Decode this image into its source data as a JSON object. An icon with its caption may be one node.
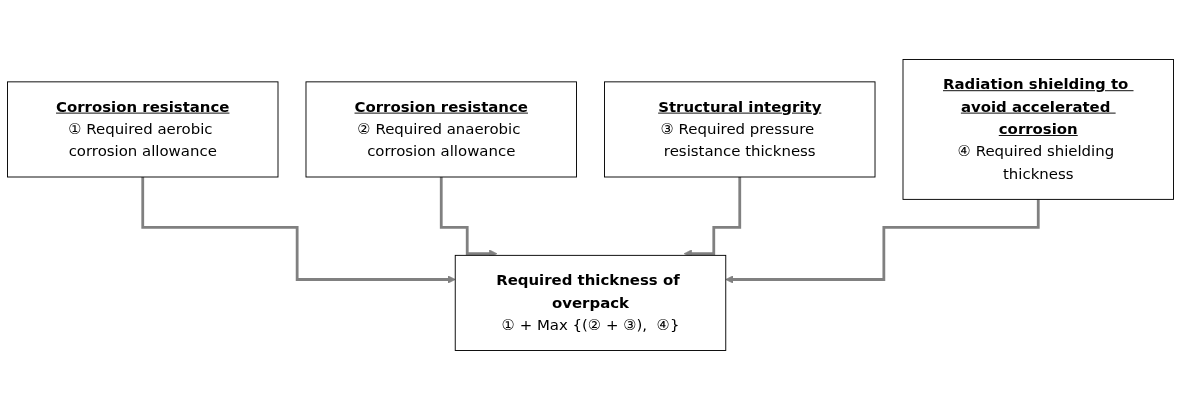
{
  "diagram": {
    "nodes": [
      {
        "text": [
          "Corrosion resistance",
          "① Required aerobic corrosion allowance"
        ]
      },
      {
        "text": [
          "Corrosion resistance",
          "② Required anaerobic corrosion allowance"
        ]
      },
      {
        "text": [
          "Structural integrity",
          "③ Required pressure resistance thickness"
        ]
      },
      {
        "text": [
          "Radiation shielding to avoid accelerated corrosion",
          "④ Required shielding thickness"
        ]
      },
      {
        "text": [
          "Required thickness of overpack",
          "① + Max {(② + ③),  ④}"
        ]
      }
    ],
    "edges": [
      {
        "from": 0,
        "to": 4,
        "arrow": "to"
      },
      {
        "from": 1,
        "to": 4,
        "arrow": "to"
      },
      {
        "from": 2,
        "to": 4,
        "arrow": "to"
      },
      {
        "from": 3,
        "to": 4,
        "arrow": "to"
      }
    ]
  }
}
